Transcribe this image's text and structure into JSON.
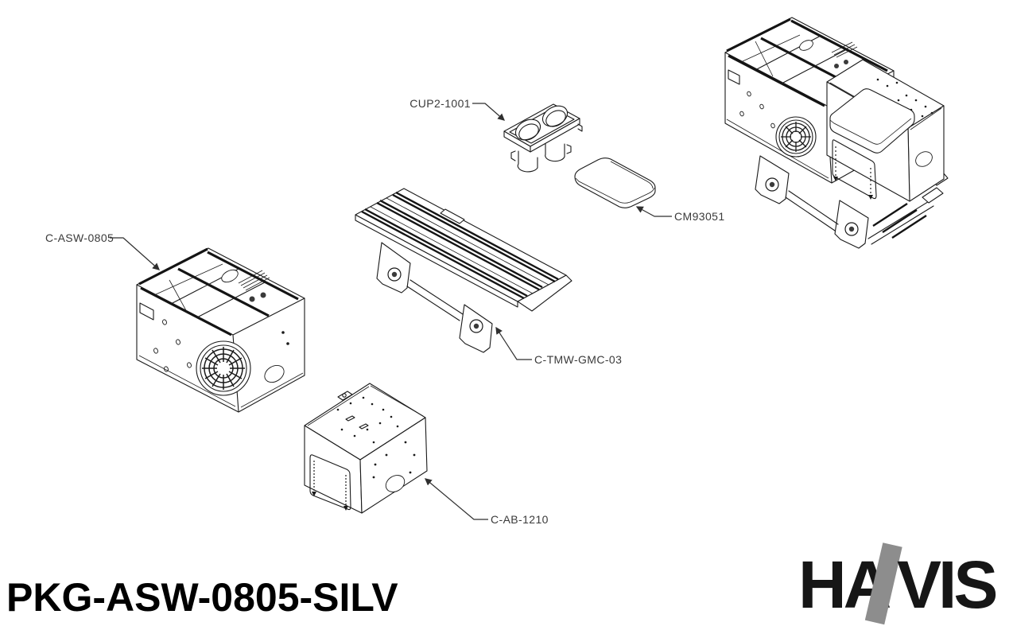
{
  "title": "PKG-ASW-0805-SILV",
  "brand": {
    "name": "HAVIS",
    "mark_left": "HA",
    "mark_right": "VIS"
  },
  "parts": [
    {
      "id": "cup-holder",
      "label": "CUP2-1001"
    },
    {
      "id": "armrest-pad",
      "label": "CM93051"
    },
    {
      "id": "console-body",
      "label": "C-ASW-0805"
    },
    {
      "id": "tunnel-mount-bracket",
      "label": "C-TMW-GMC-03"
    },
    {
      "id": "accessory-box",
      "label": "C-AB-1210"
    }
  ],
  "colors": {
    "background": "#ffffff",
    "line_art": "#1a1a1a",
    "label_text": "#3a3a3a",
    "title_text": "#000000",
    "logo_black": "#161616",
    "logo_gray": "#8d8d8d"
  }
}
